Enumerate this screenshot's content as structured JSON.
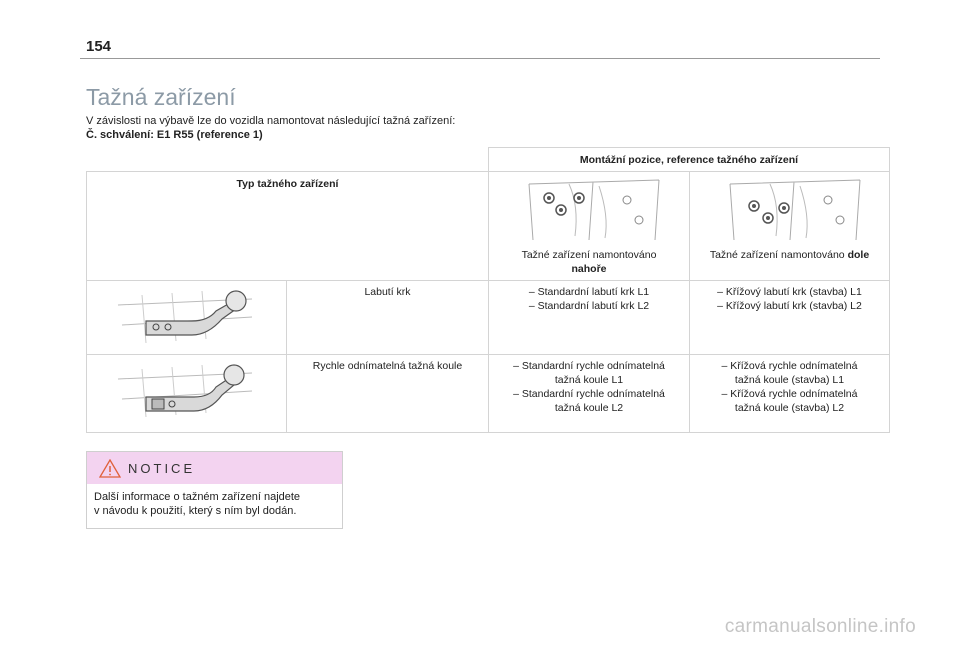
{
  "page": {
    "number": "154",
    "title": "Tažná zařízení"
  },
  "intro": {
    "line1": "V závislosti na výbavě lze do vozidla namontovat následující tažná zařízení:",
    "line2": "Č. schválení: E1 R55 (reference 1)"
  },
  "table": {
    "header_mount": "Montážní pozice, reference tažného zařízení",
    "header_type": "Typ tažného zařízení",
    "col_top_caption": "Tažné zařízení namontováno",
    "col_top_caption_bold": "nahoře",
    "col_bottom_caption": "Tažné zařízení namontováno",
    "col_bottom_caption_bold": "dole",
    "rows": [
      {
        "type": "Labutí krk",
        "top": [
          "– Standardní labutí krk L1",
          "– Standardní labutí krk L2"
        ],
        "bottom": [
          "– Křížový labutí krk (stavba) L1",
          "– Křížový labutí krk (stavba) L2"
        ]
      },
      {
        "type": "Rychle odnímatelná tažná koule",
        "top": [
          "– Standardní rychle odnímatelná",
          "tažná koule L1",
          "– Standardní rychle odnímatelná",
          "tažná koule L2"
        ],
        "bottom": [
          "– Křížová rychle odnímatelná",
          "tažná koule (stavba) L1",
          "– Křížová rychle odnímatelná",
          "tažná koule (stavba) L2"
        ]
      }
    ]
  },
  "notice": {
    "title": "NOTICE",
    "line1": "Další informace o tažném zařízení najdete",
    "line2": "v návodu k použití, který s ním byl dodán."
  },
  "watermark": "carmanualsonline.info"
}
